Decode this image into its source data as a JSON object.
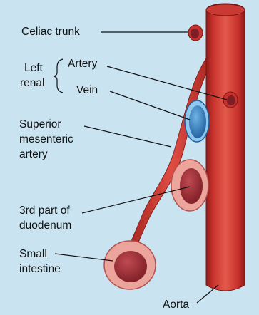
{
  "labels": {
    "celiac_trunk": "Celiac trunk",
    "left": "Left",
    "renal": "renal",
    "artery": "Artery",
    "vein": "Vein",
    "sma_line1": "Superior",
    "sma_line2": "mesenteric",
    "sma_line3": "artery",
    "duodenum_line1": "3rd part of",
    "duodenum_line2": "duodenum",
    "small_line1": "Small",
    "small_line2": "intestine",
    "aorta": "Aorta"
  },
  "colors": {
    "background": "#c9e3f1",
    "vessel_red": "#c8322c",
    "vessel_dark": "#8e1c19",
    "vessel_light": "#e35a4d",
    "vein_blue": "#2f78b8",
    "intestine_pink": "#e8a39b",
    "intestine_lumen": "#9a2a30"
  }
}
